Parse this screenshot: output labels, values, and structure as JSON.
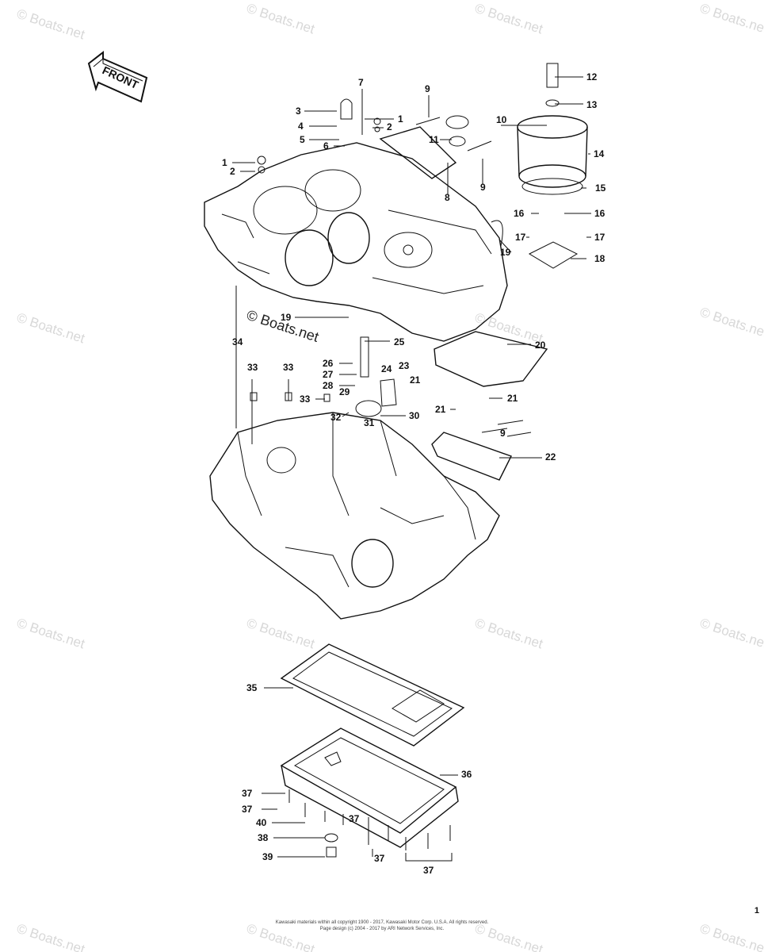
{
  "watermark": "© Boats.net",
  "front_label": "FRONT",
  "callouts": {
    "c1a": "1",
    "c1b": "1",
    "c2a": "2",
    "c2b": "2",
    "c3": "3",
    "c4": "4",
    "c5": "5",
    "c6": "6",
    "c7": "7",
    "c8": "8",
    "c9a": "9",
    "c9b": "9",
    "c9c": "9",
    "c10": "10",
    "c11": "11",
    "c12": "12",
    "c13": "13",
    "c14": "14",
    "c15": "15",
    "c16a": "16",
    "c16b": "16",
    "c17a": "17",
    "c17b": "17",
    "c18": "18",
    "c19a": "19",
    "c19b": "19",
    "c20": "20",
    "c21a": "21",
    "c21b": "21",
    "c21c": "21",
    "c22": "22",
    "c23": "23",
    "c24": "24",
    "c25": "25",
    "c26": "26",
    "c27": "27",
    "c28": "28",
    "c29": "29",
    "c30": "30",
    "c31": "31",
    "c32": "32",
    "c33a": "33",
    "c33b": "33",
    "c33c": "33",
    "c34": "34",
    "c35": "35",
    "c36": "36",
    "c37a": "37",
    "c37b": "37",
    "c37c": "37",
    "c37d": "37",
    "c37e": "37",
    "c38": "38",
    "c39": "39",
    "c40": "40"
  },
  "page_number": "1",
  "footer": {
    "line1": "Kawasaki materials within all copyright 1900 - 2017, Kawasaki Motor Corp. U.S.A. All rights reserved.",
    "line2": "Page design (c) 2004 - 2017 by ARI Network Services, Inc."
  }
}
